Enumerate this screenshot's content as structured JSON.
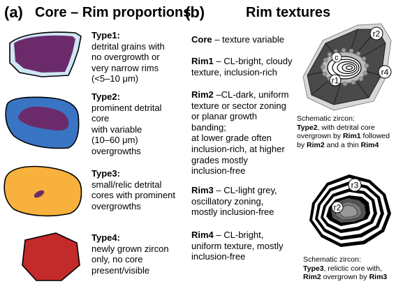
{
  "panel_a": {
    "letter": "(a)",
    "title": "Core – Rim proportions",
    "types": [
      {
        "heading": "Type1:",
        "lines": [
          "detrital grains with",
          "no overgrowth or",
          "very narrow rims",
          "(<5–10 μm)"
        ]
      },
      {
        "heading": "Type2:",
        "lines": [
          "prominent detrital",
          "core",
          "with variable",
          "(10–60 μm)",
          "overgrowths"
        ]
      },
      {
        "heading": "Type3:",
        "lines": [
          "small/relic detrital",
          "cores with prominent",
          "overgrowths"
        ]
      },
      {
        "heading": "Type4:",
        "lines": [
          "newly grown zircon",
          "only, no core",
          "present/visible"
        ]
      }
    ],
    "colors": {
      "type1_core": "#6b2b6b",
      "type1_rim": "#cfe6f4",
      "type2_rim": "#3a74c4",
      "type2_core": "#6b2b6b",
      "type3_rim": "#f7b13c",
      "type3_core": "#6b2b6b",
      "type4_fill": "#c32a2a"
    }
  },
  "panel_b": {
    "letter": "(b)",
    "title": "Rim textures",
    "core": {
      "label": "Core",
      "text": " – texture variable"
    },
    "rim1": {
      "label": "Rim1",
      "lines": [
        " – CL-bright, cloudy",
        "texture, inclusion-rich"
      ]
    },
    "rim2": {
      "label": "Rim2",
      "lines": [
        " –CL-dark, uniform",
        "texture or sector zoning",
        "or planar growth",
        "banding;",
        "at lower grade often",
        "inclusion-rich, at higher",
        "grades mostly",
        "inclusion-free"
      ]
    },
    "rim3": {
      "label": "Rim3",
      "lines": [
        " – CL-light grey,",
        "oscillatory zoning,",
        "mostly inclusion-free"
      ]
    },
    "rim4": {
      "label": "Rim4",
      "lines": [
        " – CL-bright,",
        "uniform texture, mostly",
        "inclusion-free"
      ]
    },
    "schematic1": {
      "labels": {
        "r2": "r2",
        "c": "c",
        "r1": "r1",
        "r4": "r4"
      },
      "caption": {
        "l1": "Schematic zircon:",
        "l2_bold": "Type2",
        "l2_rest": ", with detrital core",
        "l3_pre": "overgrown by ",
        "l3_bold": "Rim1",
        "l3_rest": " followed",
        "l4_pre": "by ",
        "l4_bold1": "Rim2",
        "l4_mid": " and a thin ",
        "l4_bold2": "Rim4"
      }
    },
    "schematic2": {
      "labels": {
        "r3": "r3",
        "r2": "r2"
      },
      "caption": {
        "l1": "Schematic zircon:",
        "l2_bold": "Type3",
        "l2_rest": ", relictic core with,",
        "l3_bold": "Rim2",
        "l3_rest": " overgrown by ",
        "l3_bold2": "Rim3"
      }
    }
  }
}
